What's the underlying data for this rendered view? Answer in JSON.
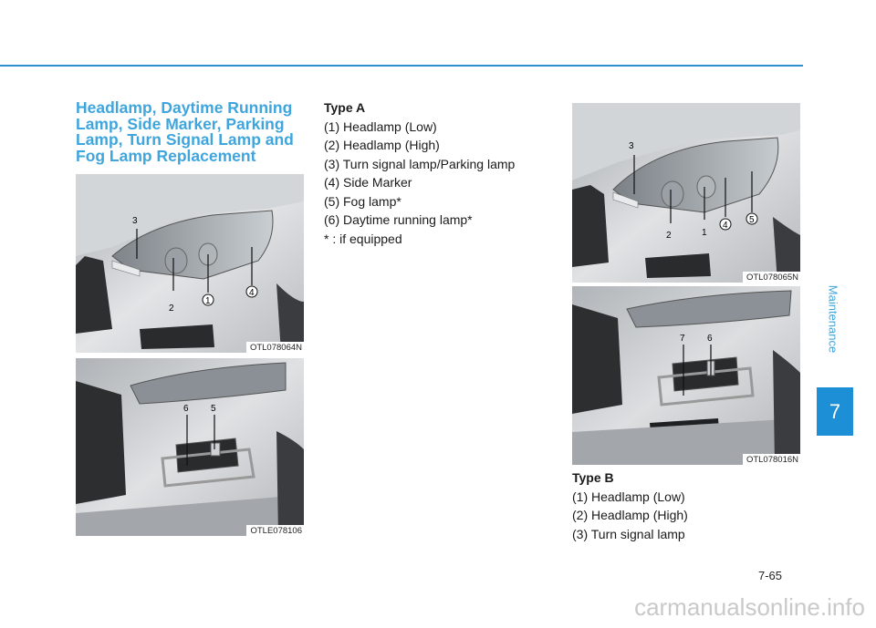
{
  "section_title": "Headlamp, Daytime Running Lamp, Side Marker, Parking Lamp, Turn Signal Lamp and Fog Lamp Replacement",
  "chapter": {
    "label": "Maintenance",
    "number": "7"
  },
  "type_a": {
    "title": "Type A",
    "items": [
      "(1) Headlamp (Low)",
      "(2) Headlamp (High)",
      "(3) Turn signal lamp/Parking lamp",
      "(4) Side Marker",
      "(5) Fog lamp*",
      "(6) Daytime running lamp*",
      "* : if equipped"
    ]
  },
  "type_b": {
    "title": "Type B",
    "items": [
      "(1) Headlamp (Low)",
      "(2) Headlamp (High)",
      "(3) Turn signal lamp"
    ]
  },
  "figures": {
    "a_headlamp": {
      "code": "OTL078064N",
      "labels": [
        "3",
        "2",
        "1",
        "4"
      ]
    },
    "a_foglamp": {
      "code": "OTLE078106",
      "labels": [
        "6",
        "5"
      ]
    },
    "b_headlamp": {
      "code": "OTL078065N",
      "labels": [
        "3",
        "2",
        "1",
        "4",
        "5"
      ]
    },
    "b_foglamp": {
      "code": "OTL078016N",
      "labels": [
        "7",
        "6"
      ]
    }
  },
  "page_number": "7-65",
  "watermark": "carmanualsonline.info",
  "colors": {
    "accent": "#3fa5dd",
    "tab": "#1d8fd6",
    "rule": "#2e8fd0"
  }
}
